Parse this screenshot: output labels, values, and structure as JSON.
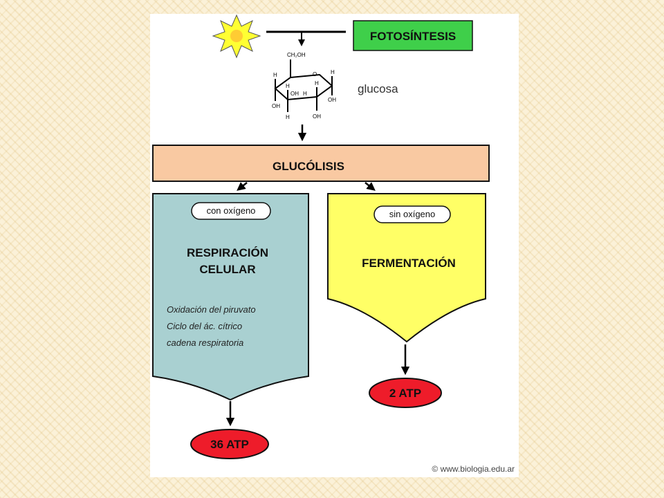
{
  "photosynthesis": {
    "label": "FOTOSÍNTESIS",
    "color": "#3fcf4a"
  },
  "glucose": {
    "label": "glucosa",
    "atoms": {
      "ch2oh": "CH₂OH",
      "h": "H",
      "oh": "OH",
      "o": "O"
    }
  },
  "glycolysis": {
    "label": "GLUCÓLISIS",
    "color": "#f9c9a2"
  },
  "aerobic": {
    "condition": "con oxígeno",
    "title_line1": "RESPIRACIÓN",
    "title_line2": "CELULAR",
    "steps": [
      "Oxidación del piruvato",
      "Ciclo del ác. cítrico",
      "cadena respiratoria"
    ],
    "color": "#a9d0d1",
    "yield": "36 ATP"
  },
  "anaerobic": {
    "condition": "sin oxígeno",
    "title": "FERMENTACIÓN",
    "color": "#ffff66",
    "yield": "2 ATP"
  },
  "atp_color": "#ee1c2a",
  "credit": "© www.biologia.edu.ar"
}
